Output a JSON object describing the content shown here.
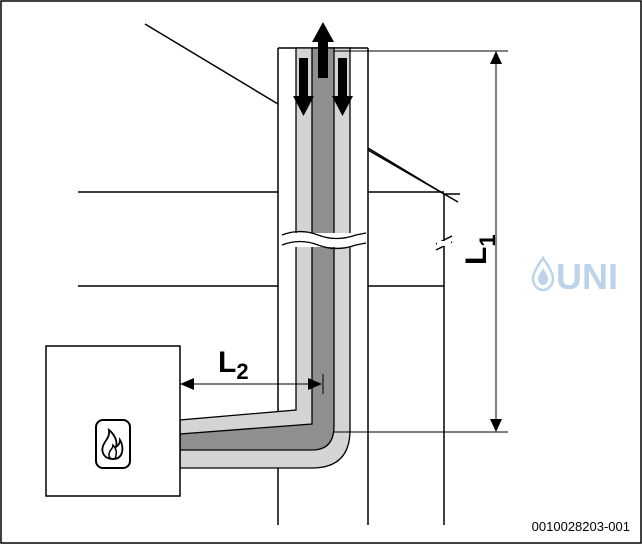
{
  "diagram": {
    "labels": {
      "l1": {
        "main": "L",
        "sub": "1"
      },
      "l2": {
        "main": "L",
        "sub": "2"
      }
    },
    "watermark": "UNI",
    "reference": "0010028203-001",
    "icons": {
      "boiler": "flame-icon",
      "watermark": "water-drop-icon"
    },
    "colors": {
      "outer_pipe": "#d4d4d4",
      "inner_pipe": "#8f8f8f",
      "watermark": "#bcd3ea",
      "line": "#000000"
    }
  }
}
